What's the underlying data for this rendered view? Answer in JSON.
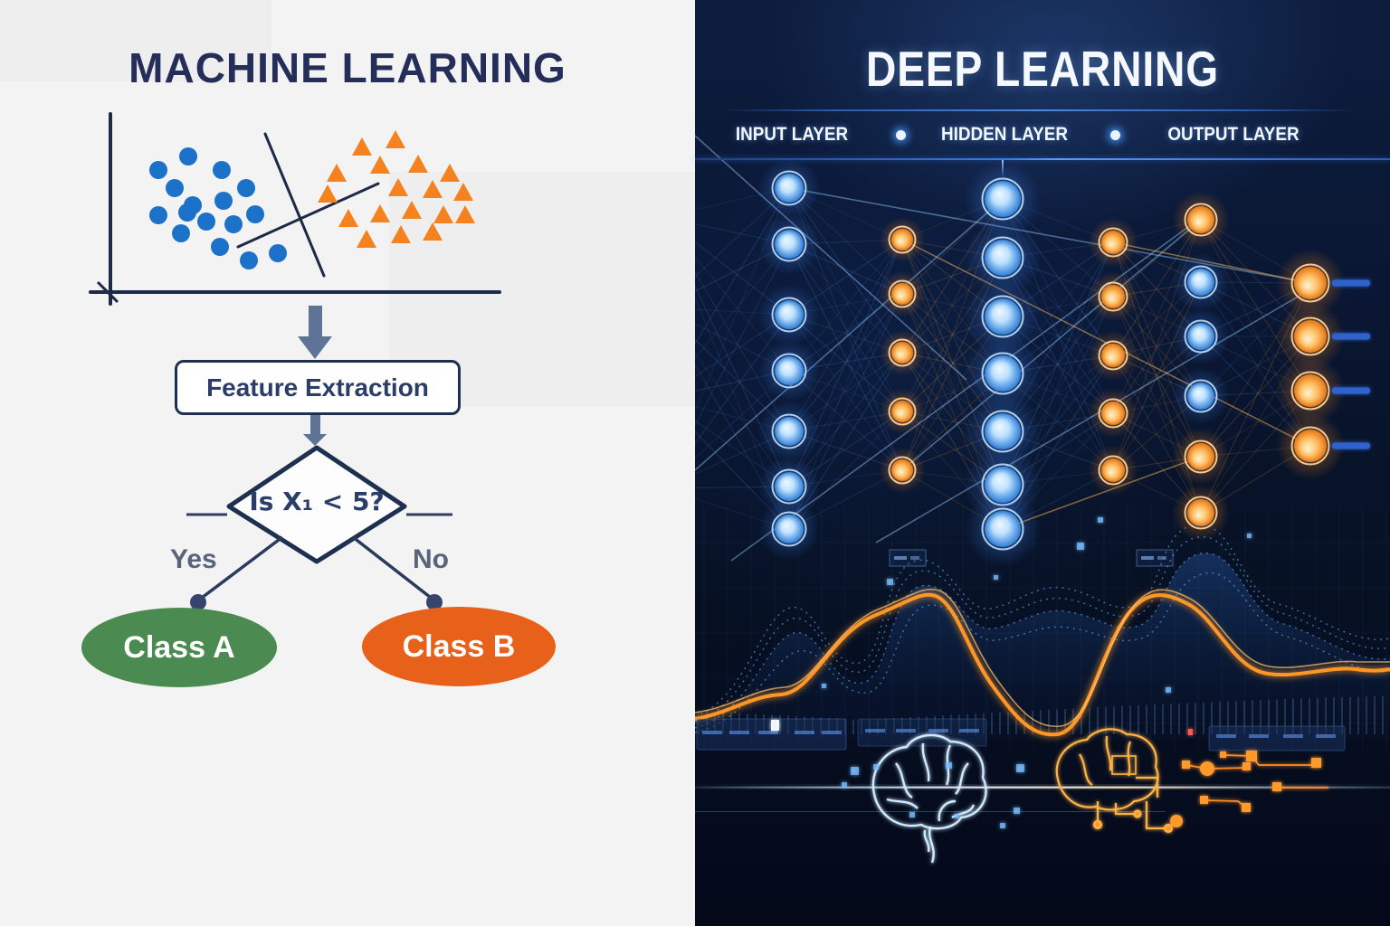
{
  "left": {
    "title": "MACHINE LEARNING",
    "feature_box_label": "Feature Extraction",
    "decision_label": "Is X₁ < 5?",
    "yes_label": "Yes",
    "no_label": "No",
    "class_a_label": "Class A",
    "class_b_label": "Class B",
    "colors": {
      "title_navy": "#242e59",
      "axis_navy": "#1d2b47",
      "dot_blue": "#1c72c8",
      "triangle_orange": "#f5821e",
      "arrow_slate": "#5f7396",
      "connector_navy": "#2b3b5e",
      "class_a_green": "#4b8b51",
      "class_b_orange": "#e8611a"
    }
  },
  "right": {
    "title": "DEEP LEARNING",
    "layers": [
      {
        "label": "INPUT LAYER"
      },
      {
        "label": "HIDDEN LAYER"
      },
      {
        "label": "OUTPUT LAYER"
      }
    ],
    "colors": {
      "background_navy": "#0a1734",
      "node_blue": "#5ab4ff",
      "node_orange": "#ff9a2a",
      "edge_blue": "rgba(96,165,255,0.30)",
      "edge_orange": "rgba(255,176,64,0.30)",
      "wave_orange": "#ff9726",
      "glow_line": "#dff0ff"
    }
  }
}
